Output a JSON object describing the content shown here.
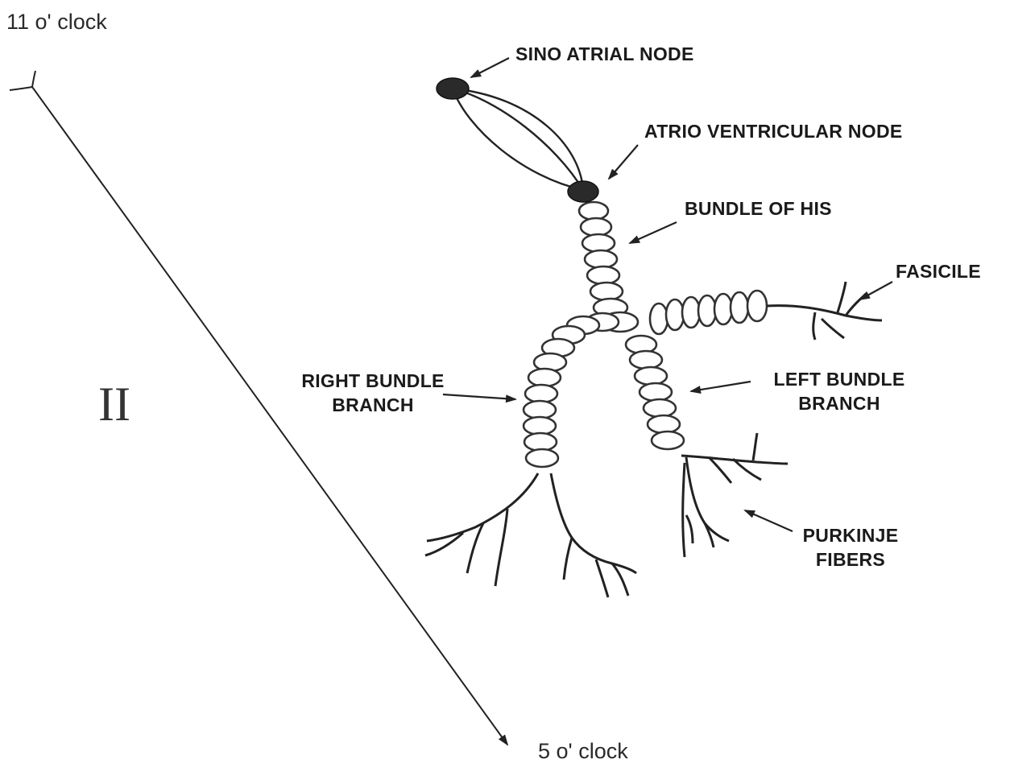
{
  "axis": {
    "top_label": "11 o' clock",
    "bottom_label": "5 o' clock"
  },
  "lead_label": "II",
  "labels": {
    "sa_node": "SINO ATRIAL NODE",
    "av_node": "ATRIO VENTRICULAR NODE",
    "bundle_his": "BUNDLE OF HIS",
    "fascicle": "FASICILE",
    "right_bundle_line1": "RIGHT BUNDLE",
    "right_bundle_line2": "BRANCH",
    "left_bundle_line1": "LEFT BUNDLE",
    "left_bundle_line2": "BRANCH",
    "purkinje_line1": "PURKINJE",
    "purkinje_line2": "FIBERS"
  },
  "colors": {
    "ink": "#222222",
    "paper": "#ffffff"
  }
}
